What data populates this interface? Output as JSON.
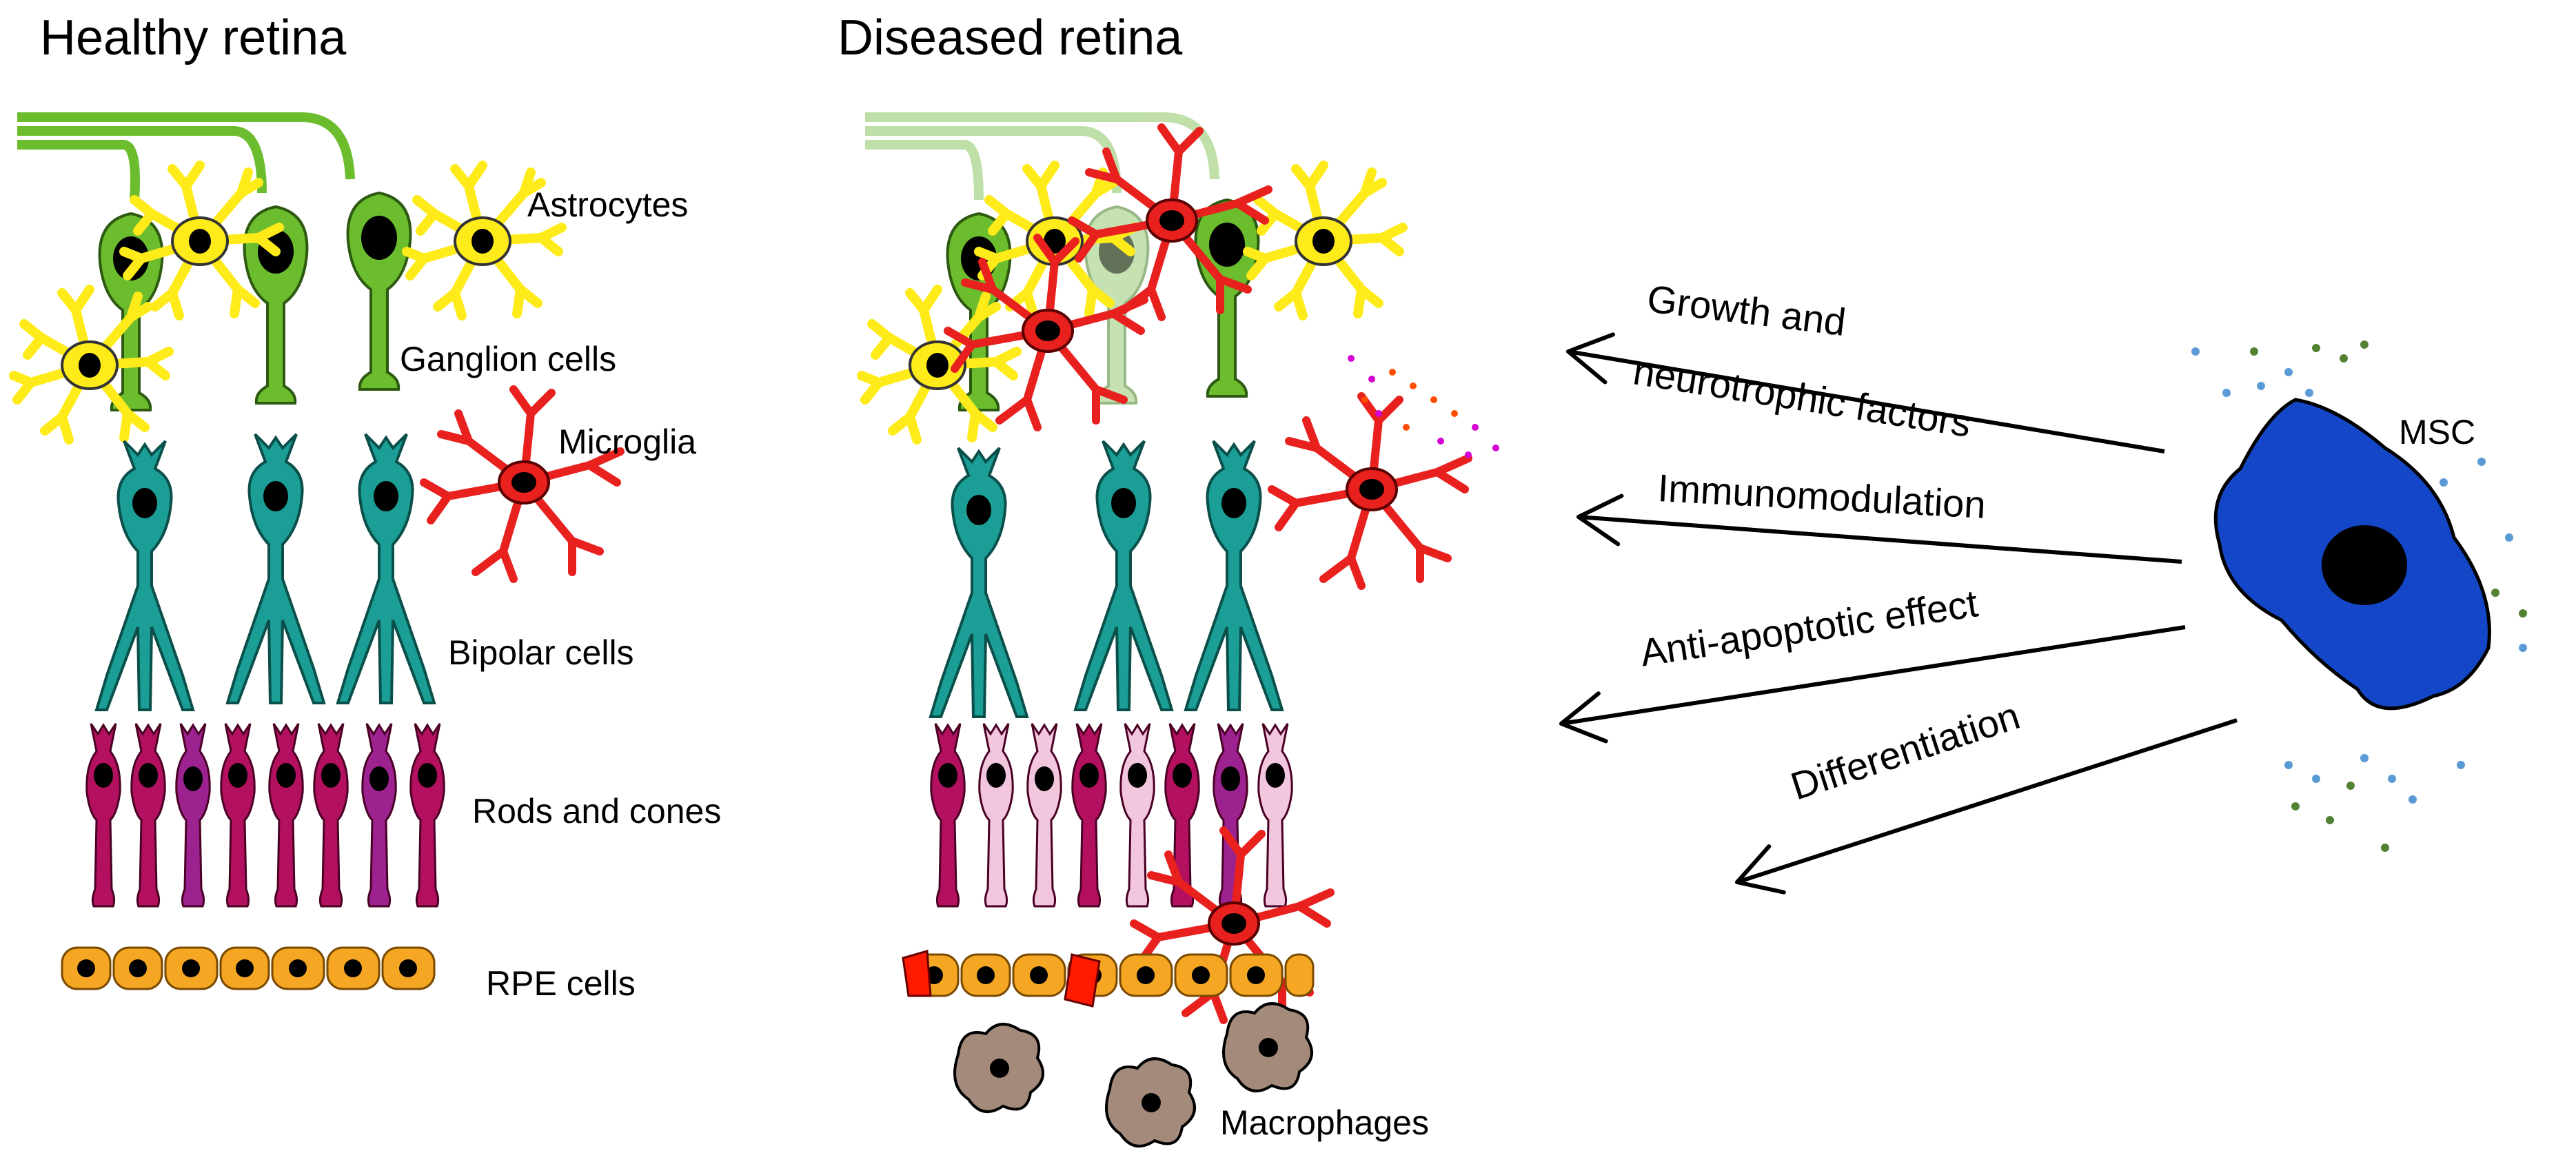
{
  "titles": {
    "healthy": "Healthy retina",
    "diseased": "Diseased retina"
  },
  "labels": {
    "astrocytes": "Astrocytes",
    "ganglion": "Ganglion cells",
    "microglia": "Microglia",
    "bipolar": "Bipolar cells",
    "rods_cones": "Rods and cones",
    "rpe": "RPE cells",
    "macrophages": "Macrophages",
    "msc": "MSC"
  },
  "mechanisms": {
    "growth_line1": "Growth and",
    "growth_line2": "neurotrophic factors",
    "immuno": "Immunomodulation",
    "anti_apoptotic": "Anti-apoptotic effect",
    "differentiation": "Differentiation"
  },
  "colors": {
    "ganglion": "#6cbd2e",
    "ganglion_faded": "#b9dca0",
    "astrocyte": "#ffeb1a",
    "microglia": "#e8201e",
    "bipolar": "#1b9e96",
    "rod": "#b3115f",
    "cone": "#9c238f",
    "photoreceptor_faded": "#f2c6dc",
    "rpe": "#f5a623",
    "macrophage": "#a38a7a",
    "msc": "#1446c8",
    "nucleus": "#000000"
  }
}
